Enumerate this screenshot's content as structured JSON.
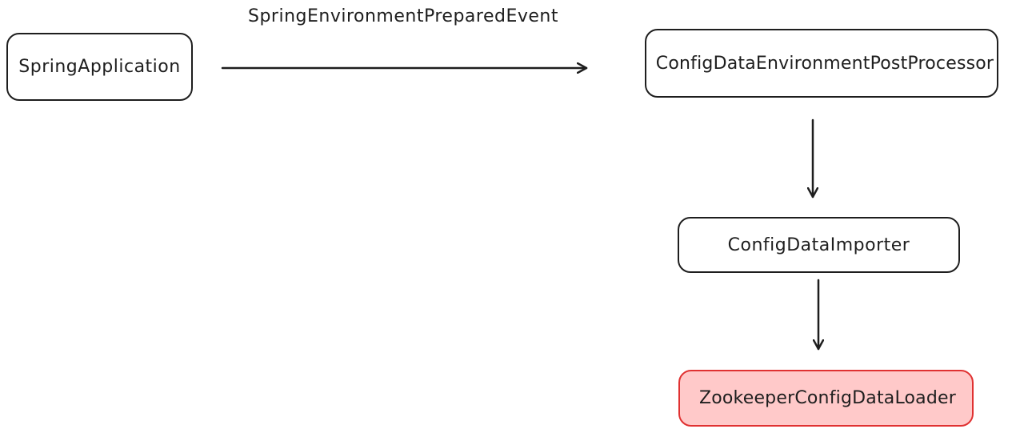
{
  "diagram": {
    "edge_label": "SpringEnvironmentPreparedEvent",
    "nodes": {
      "spring_application": "SpringApplication",
      "post_processor": "ConfigDataEnvironmentPostProcessor",
      "importer": "ConfigDataImporter",
      "loader": "ZookeeperConfigDataLoader"
    },
    "colors": {
      "stroke": "#1e1e1e",
      "highlight_fill": "#ffc9c9",
      "highlight_stroke": "#e03131"
    }
  }
}
